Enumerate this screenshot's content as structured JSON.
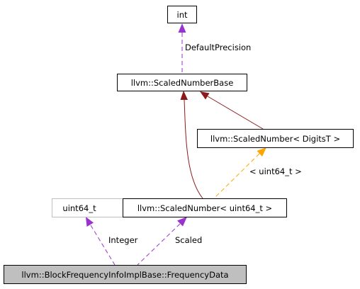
{
  "nodes": {
    "int": {
      "label": "int"
    },
    "scaled_number_base": {
      "label": "llvm::ScaledNumberBase"
    },
    "scaled_number_template": {
      "label": "llvm::ScaledNumber< DigitsT >"
    },
    "uint64_t": {
      "label": "uint64_t"
    },
    "scaled_number_uint64": {
      "label": "llvm::ScaledNumber< uint64_t >"
    },
    "frequency_data": {
      "label": "llvm::BlockFrequencyInfoImplBase::FrequencyData"
    }
  },
  "edges": {
    "default_precision": {
      "label": "DefaultPrecision",
      "kind": "usage",
      "color": "#9a32cd"
    },
    "base_to_template": {
      "kind": "inheritance",
      "color": "#8b1a1a"
    },
    "base_to_uint64_instance": {
      "kind": "inheritance",
      "color": "#8b1a1a"
    },
    "template_instance": {
      "label": "< uint64_t >",
      "kind": "template-instance",
      "color": "#ffa500"
    },
    "integer": {
      "label": "Integer",
      "kind": "usage",
      "color": "#9a32cd"
    },
    "scaled": {
      "label": "Scaled",
      "kind": "usage",
      "color": "#9a32cd"
    }
  },
  "colors": {
    "node_border": "#000000",
    "node_border_muted": "#bfbfbf",
    "highlight_fill": "#bfbfbf"
  }
}
